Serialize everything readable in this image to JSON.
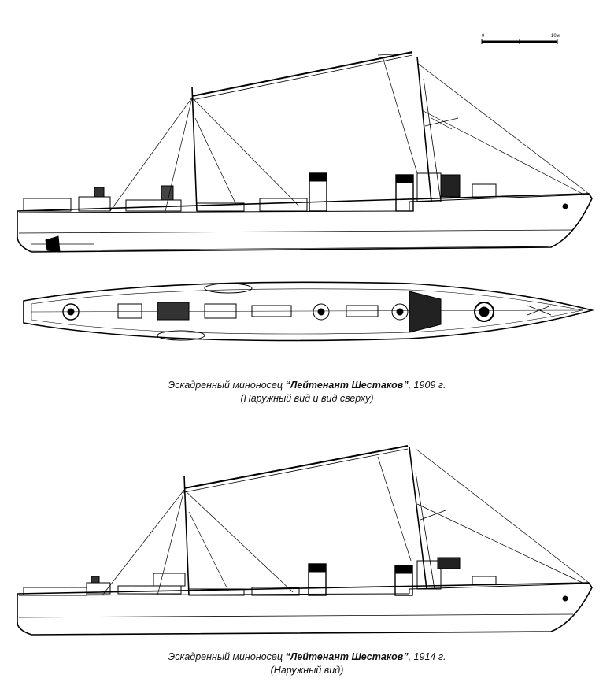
{
  "scale_bar": {
    "start": "0",
    "end": "10м"
  },
  "caption_1909": {
    "prefix": "Эскадренный миноносец ",
    "ship_name": "“Лейтенант Шестаков”",
    "suffix": ", 1909 г.",
    "subtitle": "(Наружный вид и вид сверху)"
  },
  "caption_1914": {
    "prefix": "Эскадренный миноносец ",
    "ship_name": "“Лейтенант Шестаков”",
    "suffix": ", 1914 г.",
    "subtitle": "(Наружный вид)"
  }
}
